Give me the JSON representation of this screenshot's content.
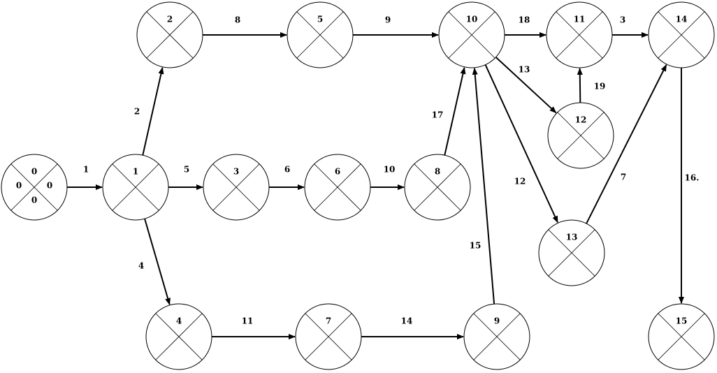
{
  "nodes": [
    {
      "id": "0",
      "label": "0",
      "sub": {
        "left": "0",
        "right": "0",
        "bottom": "0"
      }
    },
    {
      "id": "1",
      "label": "1"
    },
    {
      "id": "2",
      "label": "2"
    },
    {
      "id": "3",
      "label": "3"
    },
    {
      "id": "4",
      "label": "4"
    },
    {
      "id": "5",
      "label": "5"
    },
    {
      "id": "6",
      "label": "6"
    },
    {
      "id": "7",
      "label": "7"
    },
    {
      "id": "8",
      "label": "8"
    },
    {
      "id": "9",
      "label": "9"
    },
    {
      "id": "10",
      "label": "10"
    },
    {
      "id": "11",
      "label": "11"
    },
    {
      "id": "12",
      "label": "12"
    },
    {
      "id": "13",
      "label": "13"
    },
    {
      "id": "14",
      "label": "14"
    },
    {
      "id": "15",
      "label": "15"
    }
  ],
  "edges": [
    {
      "from": "0",
      "to": "1",
      "label": "1"
    },
    {
      "from": "1",
      "to": "2",
      "label": "2"
    },
    {
      "from": "1",
      "to": "3",
      "label": "5"
    },
    {
      "from": "1",
      "to": "4",
      "label": "4"
    },
    {
      "from": "2",
      "to": "5",
      "label": "8"
    },
    {
      "from": "5",
      "to": "10",
      "label": "9"
    },
    {
      "from": "3",
      "to": "6",
      "label": "6"
    },
    {
      "from": "6",
      "to": "8",
      "label": "10"
    },
    {
      "from": "8",
      "to": "10",
      "label": "17"
    },
    {
      "from": "4",
      "to": "7",
      "label": "11"
    },
    {
      "from": "7",
      "to": "9",
      "label": "14"
    },
    {
      "from": "9",
      "to": "10",
      "label": "15"
    },
    {
      "from": "10",
      "to": "11",
      "label": "18"
    },
    {
      "from": "10",
      "to": "12",
      "label": "13"
    },
    {
      "from": "10",
      "to": "13",
      "label": "12"
    },
    {
      "from": "12",
      "to": "11",
      "label": "19"
    },
    {
      "from": "11",
      "to": "14",
      "label": "3"
    },
    {
      "from": "13",
      "to": "14",
      "label": "7"
    },
    {
      "from": "14",
      "to": "15",
      "label": "16."
    }
  ]
}
